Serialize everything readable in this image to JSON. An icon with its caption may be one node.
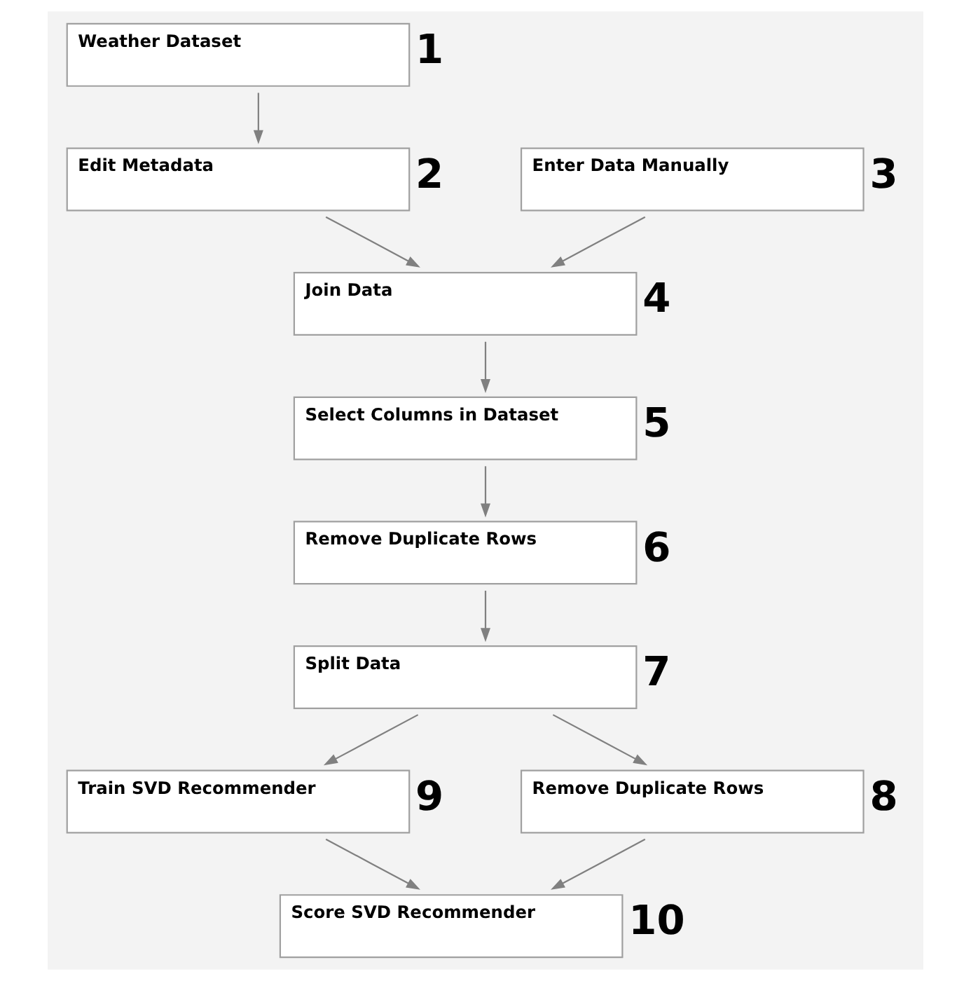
{
  "diagram": {
    "nodes": [
      {
        "text": [
          "Weather Dataset"
        ],
        "beside": [
          "1"
        ]
      },
      {
        "text": [
          "Edit Metadata"
        ],
        "beside": [
          "2"
        ]
      },
      {
        "text": [
          "Enter Data Manually"
        ],
        "beside": [
          "3"
        ]
      },
      {
        "text": [
          "Join Data"
        ],
        "beside": [
          "4"
        ]
      },
      {
        "text": [
          "Select Columns in Dataset"
        ],
        "beside": [
          "5"
        ]
      },
      {
        "text": [
          "Remove Duplicate Rows"
        ],
        "beside": [
          "6"
        ]
      },
      {
        "text": [
          "Split Data"
        ],
        "beside": [
          "7"
        ]
      },
      {
        "text": [
          "Train SVD Recommender"
        ],
        "beside": [
          "9"
        ]
      },
      {
        "text": [
          "Remove Duplicate Rows"
        ],
        "beside": [
          "8"
        ]
      },
      {
        "text": [
          "Score SVD Recommender"
        ],
        "beside": [
          "10"
        ]
      }
    ],
    "edges": [
      {
        "from": 0,
        "to": 1,
        "arrow": "to"
      },
      {
        "from": 1,
        "to": 3,
        "arrow": "to"
      },
      {
        "from": 2,
        "to": 3,
        "arrow": "to"
      },
      {
        "from": 3,
        "to": 4,
        "arrow": "to"
      },
      {
        "from": 4,
        "to": 5,
        "arrow": "to"
      },
      {
        "from": 5,
        "to": 6,
        "arrow": "to"
      },
      {
        "from": 6,
        "to": 7,
        "arrow": "to"
      },
      {
        "from": 6,
        "to": 8,
        "arrow": "to"
      },
      {
        "from": 7,
        "to": 9,
        "arrow": "to"
      },
      {
        "from": 8,
        "to": 9,
        "arrow": "to"
      }
    ]
  }
}
